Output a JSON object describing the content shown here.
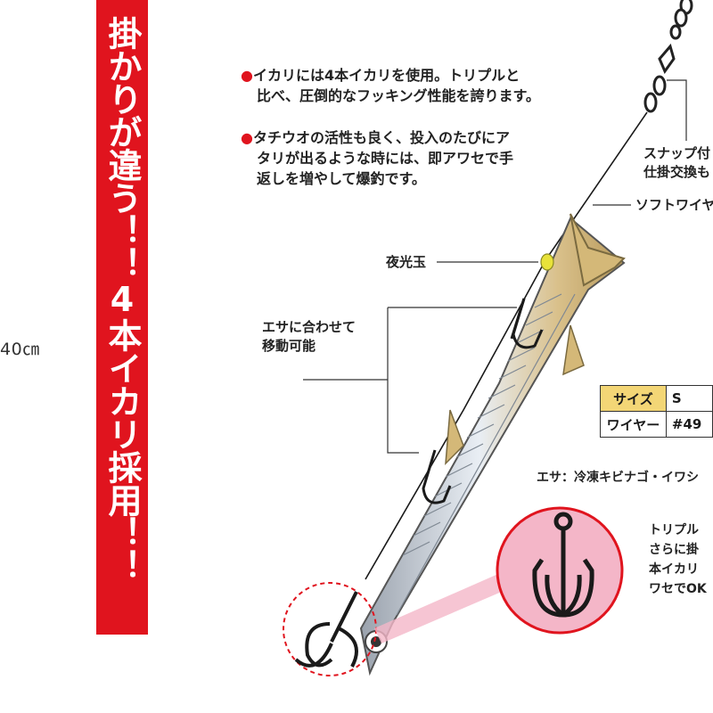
{
  "scale_label": "40㎝",
  "banner": {
    "text": "掛かりが違う！！4本イカリ採用！！",
    "color": "#e0141e"
  },
  "bullets": [
    {
      "lines": [
        "イカリには4本イカリを使用。トリプルと",
        "比べ、圧倒的なフッキング性能を誇ります。"
      ]
    },
    {
      "lines": [
        "タチウオの活性も良く、投入のたびにア",
        "タリが出るような時には、即アワセで手",
        "返しを増やして爆釣です。"
      ]
    }
  ],
  "bullet_mark": "●",
  "labels": {
    "snap_line1": "スナップ付",
    "snap_line2": "仕掛交換も",
    "soft_wire": "ソフトワイヤ",
    "glow_bead": "夜光玉",
    "bait_move_line1": "エサに合わせて",
    "bait_move_line2": "移動可能",
    "bait": "エサ：冷凍キビナゴ・イワシ"
  },
  "spec_table": {
    "rows": [
      {
        "label": "サイズ",
        "value": "S"
      },
      {
        "label": "ワイヤー",
        "value": "#49"
      }
    ]
  },
  "callout_lines": [
    "トリプル",
    "さらに掛",
    "本イカリ",
    "ワセでOK"
  ],
  "colors": {
    "accent_red": "#e0141e",
    "table_header": "#f3d676",
    "callout_pink": "#f4b6c8",
    "glow_bead": "#e8e23a"
  }
}
